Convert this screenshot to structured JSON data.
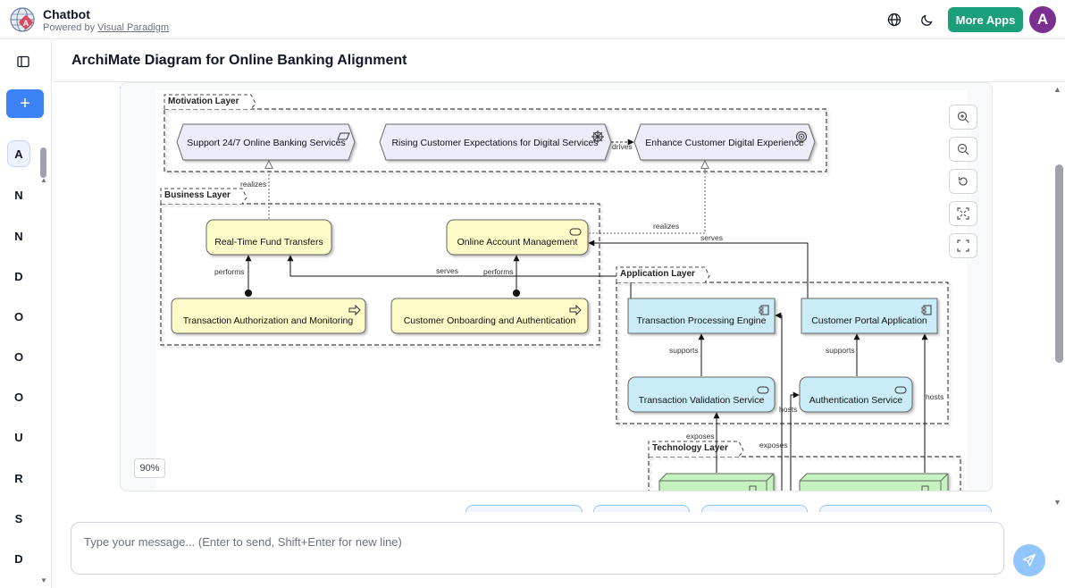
{
  "app": {
    "title": "Chatbot",
    "powered_prefix": "Powered by ",
    "powered_link": "Visual Paradigm",
    "more_apps": "More Apps",
    "avatar_letter": "A"
  },
  "sidebar": {
    "new_chat_label": "+",
    "letters": [
      "A",
      "N",
      "N",
      "D",
      "O",
      "O",
      "O",
      "U",
      "R",
      "S",
      "D"
    ]
  },
  "page": {
    "title": "ArchiMate Diagram for Online Banking Alignment"
  },
  "diagram": {
    "zoom_level": "90%",
    "layers": {
      "motivation": "Motivation Layer",
      "business": "Business Layer",
      "application": "Application Layer",
      "technology": "Technology Layer"
    },
    "elements": {
      "support_247": "Support 24/7 Online Banking Services",
      "rising_expectations": "Rising Customer Expectations for Digital Services",
      "enhance_experience": "Enhance Customer Digital Experience",
      "fund_transfers": "Real-Time Fund Transfers",
      "account_management": "Online Account Management",
      "auth_monitoring": "Transaction Authorization and Monitoring",
      "onboarding": "Customer Onboarding and Authentication",
      "processing_engine": "Transaction Processing Engine",
      "portal_app": "Customer Portal Application",
      "validation_service": "Transaction Validation Service",
      "authentication_service": "Authentication Service"
    },
    "relations": {
      "drives": "drives",
      "realizes": "realizes",
      "performs": "performs",
      "serves": "serves",
      "supports": "supports",
      "hosts": "hosts",
      "exposes": "exposes"
    }
  },
  "composer": {
    "placeholder": "Type your message... (Enter to send, Shift+Enter for new line)"
  },
  "colors": {
    "accent": "#1a9f7a",
    "avatar": "#7b2f8f",
    "primary": "#3b82f6",
    "motivation_fill": "#ececfb",
    "business_fill": "#fdfbc7",
    "application_fill": "#c9ecf8",
    "technology_fill": "#c4f3bf"
  }
}
